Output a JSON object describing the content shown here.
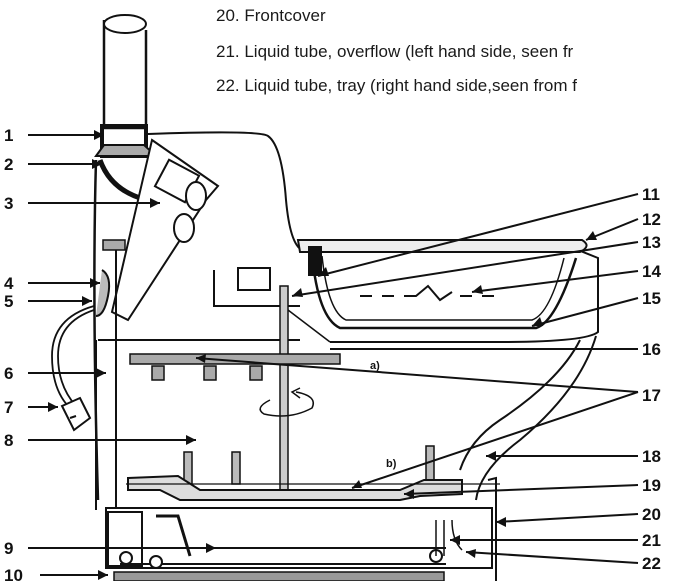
{
  "legend": {
    "items": [
      "20. Frontcover",
      "21. Liquid tube, overflow (left hand side, seen fr",
      "22. Liquid tube, tray (right hand side,seen from f"
    ]
  },
  "callouts": {
    "left": [
      "1",
      "2",
      "3",
      "4",
      "5",
      "6",
      "7",
      "8",
      "9",
      "10"
    ],
    "right": [
      "11",
      "12",
      "13",
      "14",
      "15",
      "16",
      "17",
      "18",
      "19",
      "20",
      "21",
      "22"
    ]
  },
  "annotations": {
    "a": "a)",
    "b": "b)"
  },
  "icons": [
    "power-plug-icon",
    "rotation-arrow-icon"
  ]
}
